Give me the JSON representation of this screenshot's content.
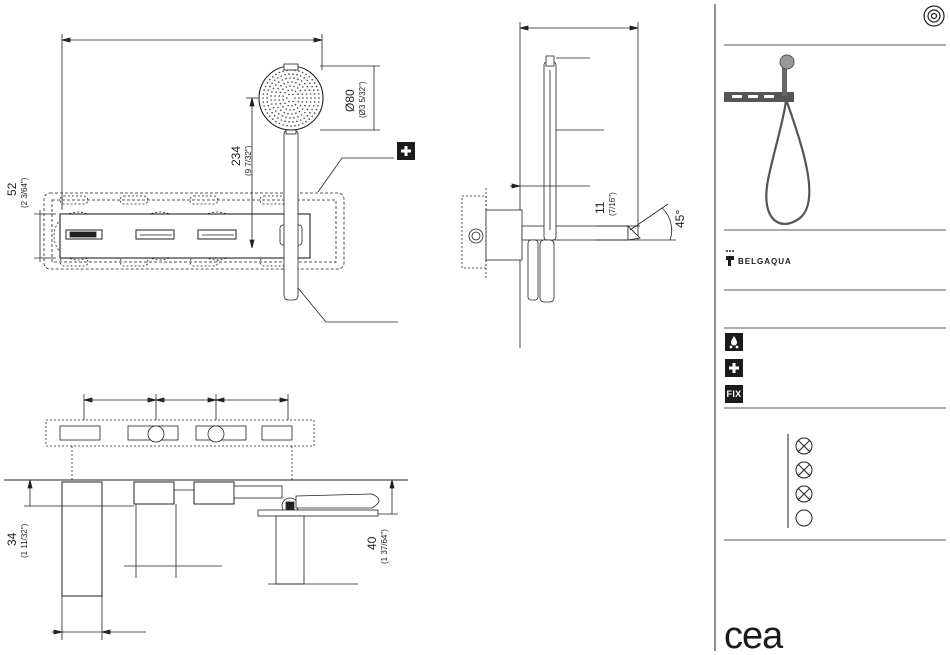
{
  "dimensions": {
    "front_width_52": {
      "mm": "52",
      "inch": "(2 3/64\")"
    },
    "hose_length_234": {
      "mm": "234",
      "inch": "(9 7/32\")"
    },
    "shower_diameter": {
      "mm": "Ø80",
      "inch": "(Ø3 5/32\")"
    },
    "side_offset_11": {
      "mm": "11",
      "inch": "(7/16\")"
    },
    "angle": {
      "value": "45°"
    },
    "plan_depth_34": {
      "mm": "34",
      "inch": "(1 11/32\")"
    },
    "plan_depth_40": {
      "mm": "40",
      "inch": "(1 37/64\")"
    }
  },
  "sidebar": {
    "manufacturer_logo": "BELGAQUA",
    "brand_logo": "cea",
    "feature_icons": [
      {
        "name": "water-drops-icon",
        "label": ""
      },
      {
        "name": "plus-icon",
        "label": ""
      },
      {
        "name": "fix-icon",
        "label": "FIX"
      }
    ],
    "handle_symbols": [
      "crossed",
      "crossed",
      "crossed",
      "open"
    ]
  },
  "colors": {
    "line": "#222222",
    "icon_bg": "#1b1b1b",
    "hose": "#555555",
    "chrome": "#888888"
  }
}
